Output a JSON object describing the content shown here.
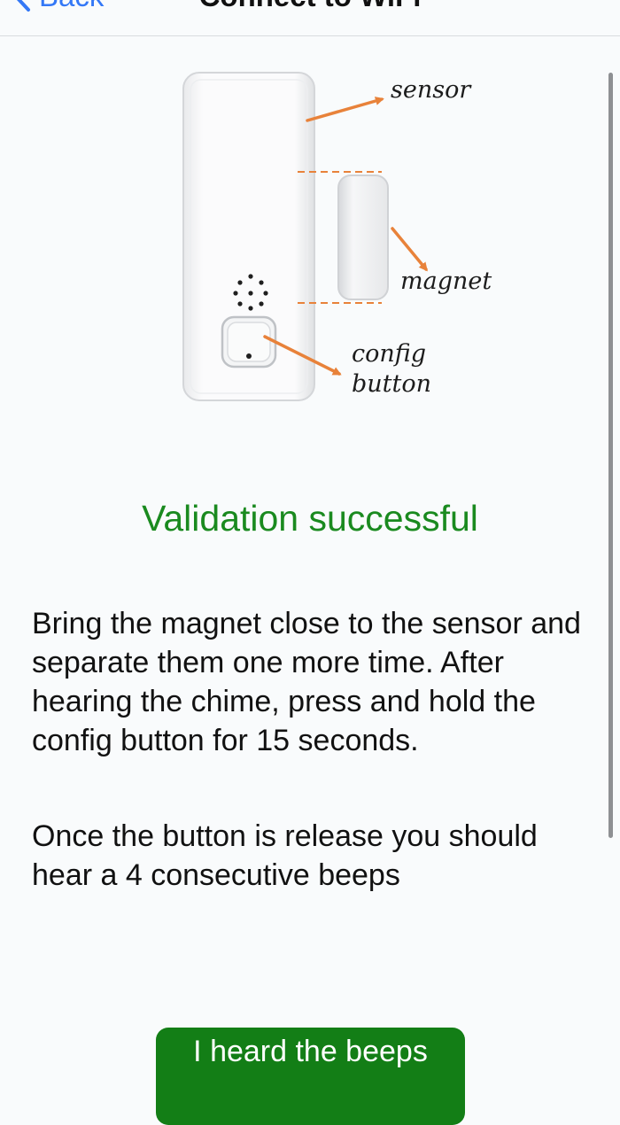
{
  "nav": {
    "back_label": "Back",
    "title": "Connect to WiFi"
  },
  "illustration": {
    "labels": {
      "sensor": "sensor",
      "magnet": "magnet",
      "config_line1": "config",
      "config_line2": "button"
    },
    "arrow_color": "#e8823a"
  },
  "status": {
    "title": "Validation successful",
    "color": "#1a8a1f"
  },
  "instructions": "Bring the magnet close to the sensor and separate them one more time. After hearing the chime, press and hold the config button for 15 seconds.",
  "note": "Once the button is release you should hear a 4 consecutive beeps",
  "primary_button": {
    "label": "I heard the beeps",
    "color": "#137e16"
  }
}
